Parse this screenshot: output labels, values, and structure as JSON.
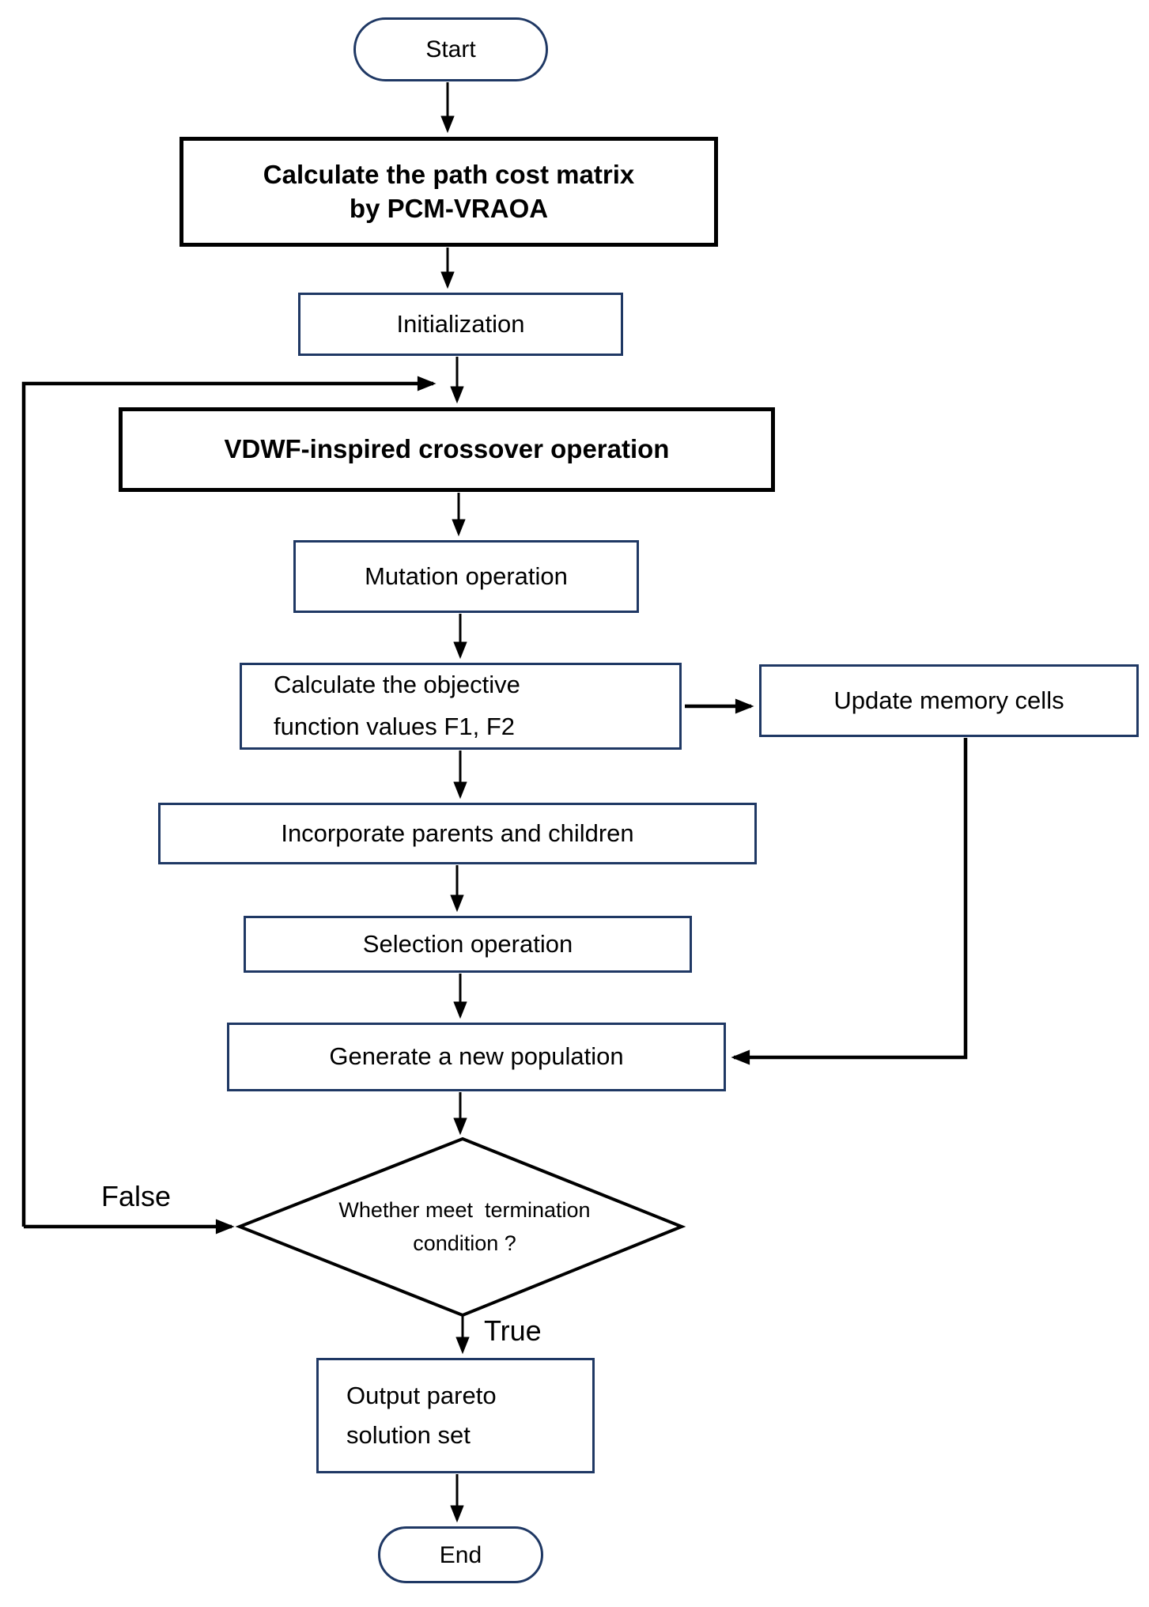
{
  "diagram": {
    "title": "PCM-VRAOA multi-objective evolutionary algorithm flowchart",
    "colors": {
      "box_border_navy": "#1f3864",
      "emphasis_border_black": "#000000",
      "line_black": "#000000",
      "text_black": "#000000",
      "background": "#ffffff"
    },
    "nodes": {
      "start": {
        "shape": "terminator",
        "label": "Start"
      },
      "calc_path": {
        "shape": "process-emphasized",
        "lines": [
          "Calculate the path cost matrix",
          "by PCM-VRAOA"
        ]
      },
      "init": {
        "shape": "process",
        "label": "Initialization"
      },
      "vdwf": {
        "shape": "process-emphasized",
        "label": "VDWF-inspired crossover operation"
      },
      "mutation": {
        "shape": "process",
        "label": "Mutation operation"
      },
      "objective": {
        "shape": "process",
        "lines": [
          "Calculate the objective",
          "function values F1, F2"
        ]
      },
      "update_memory": {
        "shape": "process",
        "label": "Update memory cells"
      },
      "incorporate": {
        "shape": "process",
        "label": "Incorporate parents and children"
      },
      "selection": {
        "shape": "process",
        "label": "Selection operation"
      },
      "generate": {
        "shape": "process",
        "label": "Generate a new population"
      },
      "decision": {
        "shape": "decision",
        "lines": [
          "Whether meet  termination",
          "condition ?"
        ]
      },
      "output": {
        "shape": "process",
        "lines": [
          "Output pareto",
          "solution set"
        ]
      },
      "end": {
        "shape": "terminator",
        "label": "End"
      }
    },
    "edge_labels": {
      "false_branch": "False",
      "true_branch": "True"
    }
  }
}
